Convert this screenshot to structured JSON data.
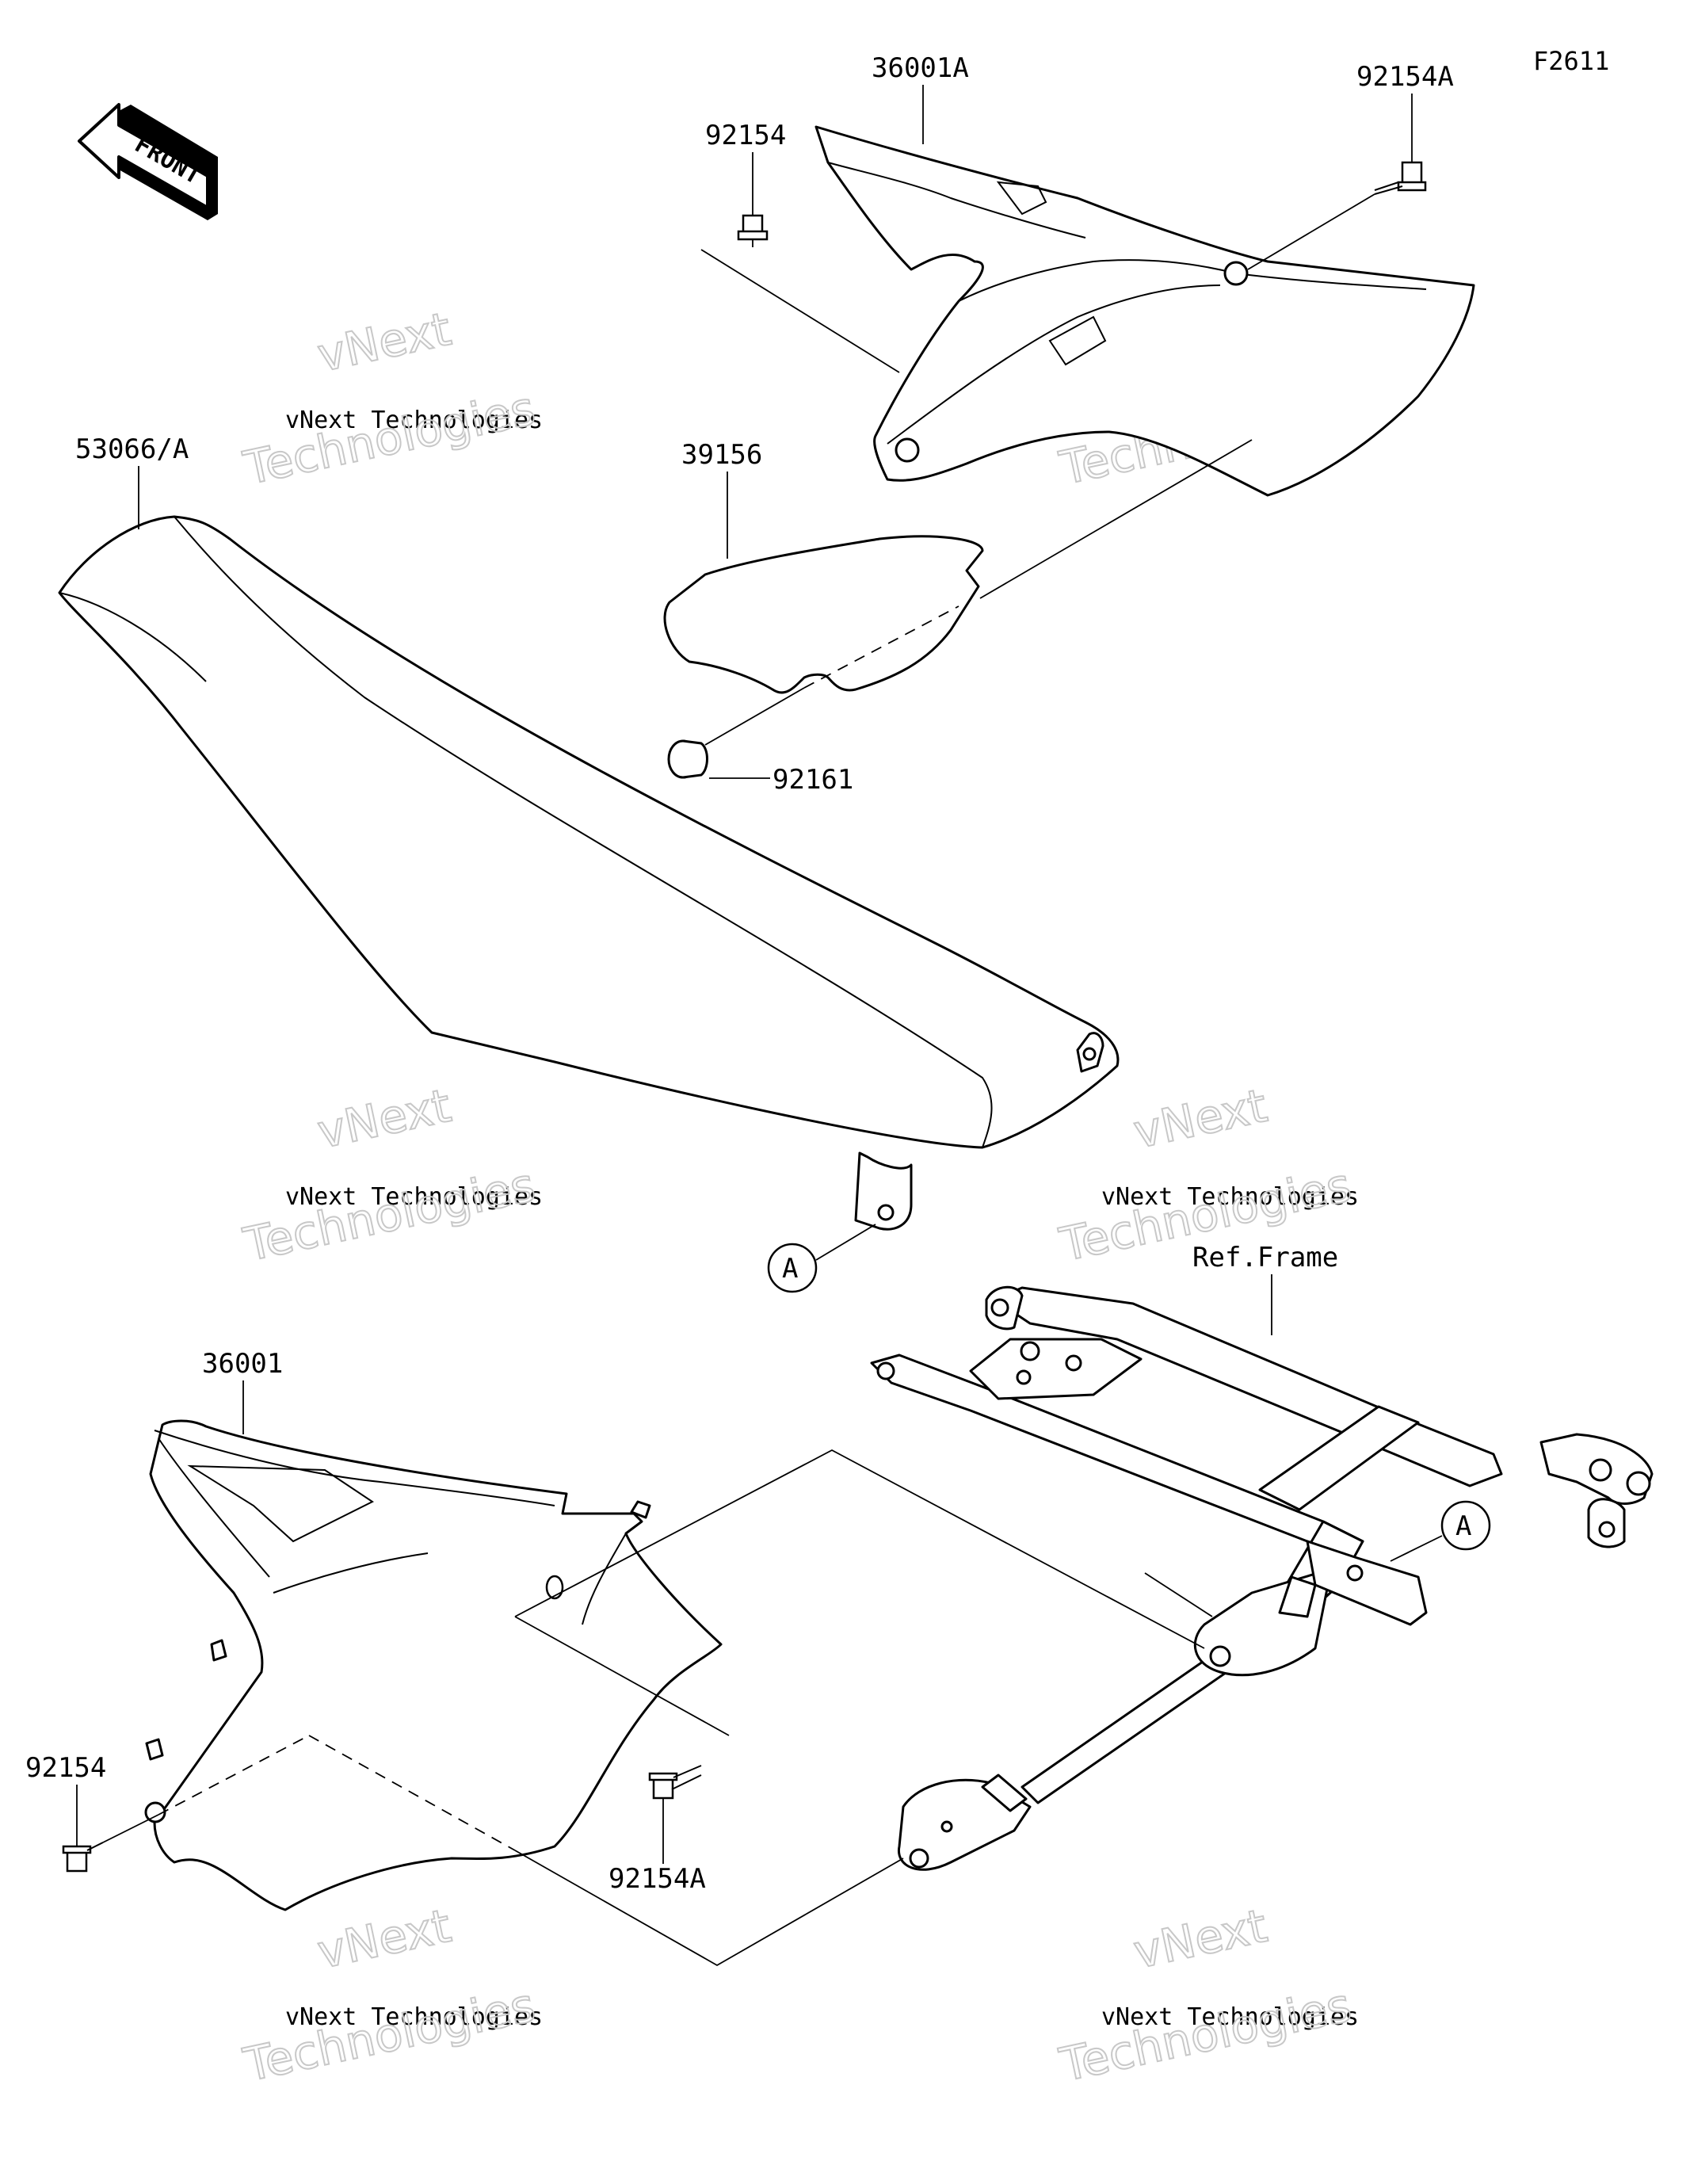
{
  "figure_code": "F2611",
  "front_label": "FRONT",
  "callouts": {
    "seat": "53066/A",
    "side_cover_right": "36001A",
    "side_cover_left": "36001",
    "bolt_right_top": "92154",
    "bolt_right_top_a": "92154A",
    "bolt_left_bottom": "92154",
    "bolt_left_bottom_a": "92154A",
    "emblem_plate": "39156",
    "damper": "92161",
    "frame_ref": "Ref.Frame",
    "ref_point_seat": "A",
    "ref_point_frame": "A"
  },
  "watermark": {
    "line1": "vNext",
    "line2": "vNext Technologies",
    "line3": "Technologies"
  }
}
